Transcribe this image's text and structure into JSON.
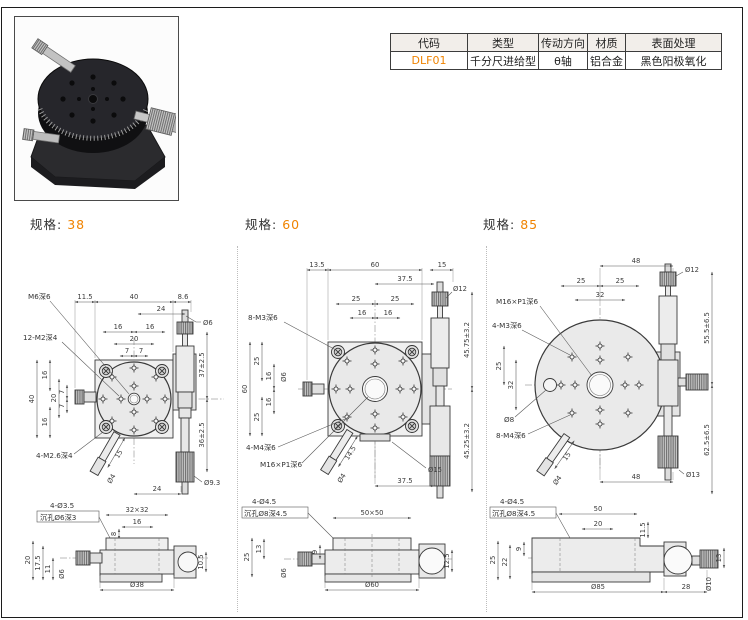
{
  "spec_table": {
    "headers": [
      "代码",
      "类型",
      "传动方向",
      "材质",
      "表面处理"
    ],
    "row": [
      "DLF01",
      "千分尺进给型",
      "θ轴",
      "铝合金",
      "黑色阳极氧化"
    ]
  },
  "accent": "#f08300",
  "sections": {
    "s38": {
      "spec_label": "规格:",
      "spec_value": "38",
      "main": {
        "m6": "M6深6",
        "m2": "12-M2深4",
        "m26": "4-M2.6深4",
        "d1": "11.5",
        "d2": "40",
        "d3": "8.6",
        "d4": "24",
        "d5": "Ø6",
        "d6": "16",
        "d7": "16",
        "d8": "20",
        "d9": "7",
        "d10": "7",
        "L1": "40",
        "L2": "16",
        "L3": "16",
        "L4": "20",
        "L5": "7",
        "L6": "7",
        "r1": "37±2.5",
        "r2": "36±2.5",
        "r3": "Ø9.3",
        "b1": "24",
        "v1": "15",
        "v2": "Ø4"
      },
      "side": {
        "c1": "4-Ø3.5",
        "c2": "沉孔Ø6深3",
        "d1": "32×32",
        "d2": "16",
        "d3": "8",
        "L1": "20",
        "L2": "17.5",
        "L3": "11",
        "L4": "Ø6",
        "b1": "Ø38",
        "r1": "10.5"
      }
    },
    "s60": {
      "spec_label": "规格:",
      "spec_value": "60",
      "main": {
        "c1": "8-M3深6",
        "c2": "4-M4深6",
        "c3": "M16×P1深6",
        "d1": "13.5",
        "d2": "60",
        "d3": "15",
        "d4": "37.5",
        "d5": "Ø12",
        "d6": "25",
        "d7": "25",
        "d8": "16",
        "d9": "16",
        "L1": "60",
        "L2": "25",
        "L3": "16",
        "L4": "Ø6",
        "L5": "16",
        "L6": "25",
        "r1": "45.75±3.2",
        "r2": "45.25±3.2",
        "b1": "Ø15",
        "b2": "37.5",
        "v1": "14.5",
        "v2": "Ø4"
      },
      "side": {
        "c1": "4-Ø4.5",
        "c2": "沉孔Ø8深4.5",
        "d1": "50×50",
        "L1": "25",
        "L2": "13",
        "L3": "9",
        "L4": "Ø6",
        "b1": "Ø60",
        "r1": "12.5"
      }
    },
    "s85": {
      "spec_label": "规格:",
      "spec_value": "85",
      "main": {
        "c1": "M16×P1深6",
        "c2": "4-M3深6",
        "c3": "Ø8",
        "c4": "8-M4深6",
        "d1": "48",
        "d2": "Ø12",
        "d3": "25",
        "d4": "25",
        "d5": "32",
        "L1": "25",
        "L2": "32",
        "r1": "55.5±6.5",
        "r2": "62.5±6.5",
        "r3": "Ø13",
        "b1": "48",
        "v1": "15",
        "v2": "Ø4"
      },
      "side": {
        "c1": "4-Ø4.5",
        "c2": "沉孔Ø8深4.5",
        "d1": "50",
        "d2": "20",
        "d3": "11.5",
        "L1": "25",
        "L2": "22",
        "L3": "9",
        "b1": "Ø85",
        "b2": "28",
        "b3": "Ø10",
        "r1": "13"
      }
    }
  }
}
